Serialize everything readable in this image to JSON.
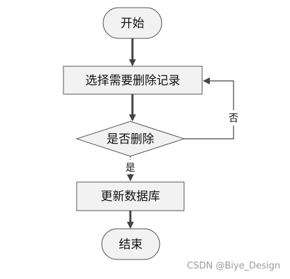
{
  "nodes": {
    "start": "开始",
    "select": "选择需要删除记录",
    "decision": "是否删除",
    "update": "更新数据库",
    "end": "结束"
  },
  "edges": {
    "yes": "是",
    "no": "否"
  },
  "watermark": "CSDN @Biye_Design",
  "colors": {
    "stroke": "#555555",
    "arrow": "#444444",
    "fill": "#f2f2f2"
  }
}
